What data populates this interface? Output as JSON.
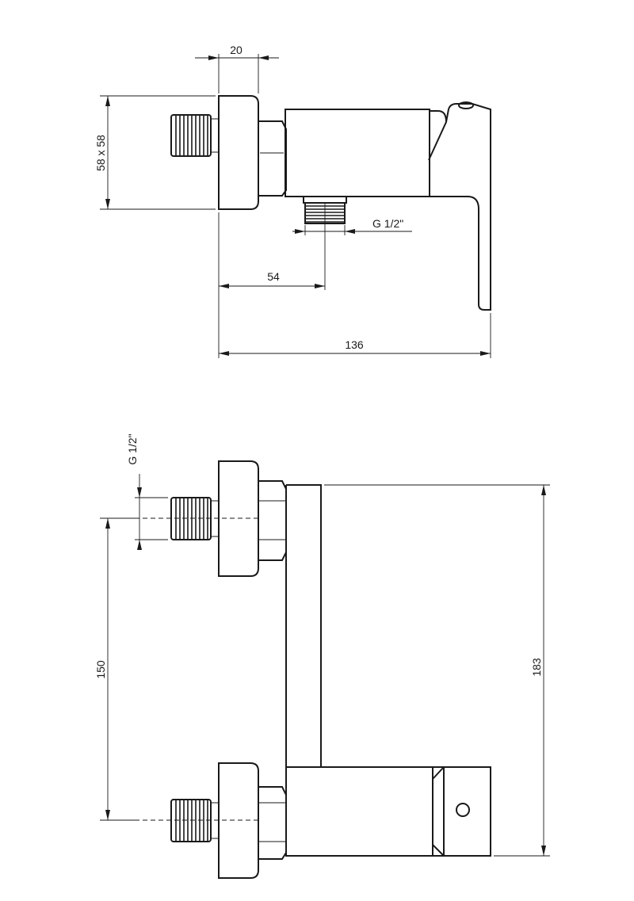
{
  "top_view": {
    "dim_flange_width": "20",
    "dim_flange_size": "58 x 58",
    "dim_thread": "G 1/2\"",
    "dim_outlet_offset": "54",
    "dim_total_length": "136"
  },
  "front_view": {
    "dim_thread": "G 1/2\"",
    "dim_spacing": "150",
    "dim_height": "183"
  }
}
